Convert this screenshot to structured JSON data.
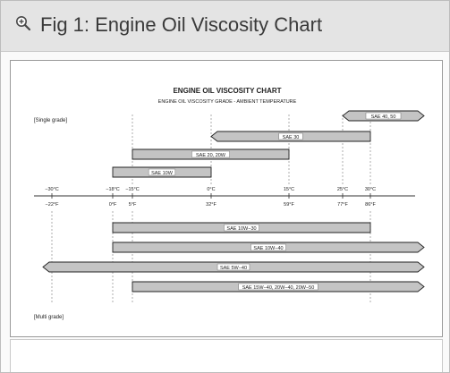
{
  "header": {
    "title": "Fig 1: Engine Oil Viscosity Chart",
    "icon": "zoom-in-icon"
  },
  "chart": {
    "title": "ENGINE OIL VISCOSITY CHART",
    "subtitle": "ENGINE OIL VISCOSITY GRADE - AMBIENT TEMPERATURE",
    "single_label": "[Single grade]",
    "multi_label": "[Multi grade]",
    "celsius_ticks": [
      "−30°C",
      "−18°C",
      "−15°C",
      "0°C",
      "15°C",
      "25°C",
      "30°C"
    ],
    "fahrenheit_ticks": [
      "−22°F",
      "0°F",
      "5°F",
      "32°F",
      "59°F",
      "77°F",
      "86°F"
    ]
  },
  "chart_data": {
    "type": "range-bars",
    "title": "ENGINE OIL VISCOSITY CHART",
    "subtitle": "ENGINE OIL VISCOSITY GRADE - AMBIENT TEMPERATURE",
    "unit_c": "°C",
    "unit_f": "°F",
    "single_grade": [
      {
        "name": "SAE 40, 50",
        "min_c": 25,
        "max_c": null,
        "open_left": true,
        "open_right": true
      },
      {
        "name": "SAE 30",
        "min_c": 0,
        "max_c": 30,
        "open_left": true,
        "open_right": false
      },
      {
        "name": "SAE 20, 20W",
        "min_c": -15,
        "max_c": 15,
        "open_left": false,
        "open_right": false
      },
      {
        "name": "SAE 10W",
        "min_c": -18,
        "max_c": 0,
        "open_left": false,
        "open_right": false
      }
    ],
    "multi_grade": [
      {
        "name": "SAE 10W−30",
        "min_c": -18,
        "max_c": 30,
        "open_left": false,
        "open_right": false
      },
      {
        "name": "SAE 10W−40",
        "min_c": -18,
        "max_c": null,
        "open_left": false,
        "open_right": true
      },
      {
        "name": "SAE 5W−40",
        "min_c": -30,
        "max_c": null,
        "open_left": true,
        "open_right": true
      },
      {
        "name": "SAE 15W−40, 20W−40, 20W−50",
        "min_c": -15,
        "max_c": null,
        "open_left": false,
        "open_right": true
      }
    ]
  }
}
